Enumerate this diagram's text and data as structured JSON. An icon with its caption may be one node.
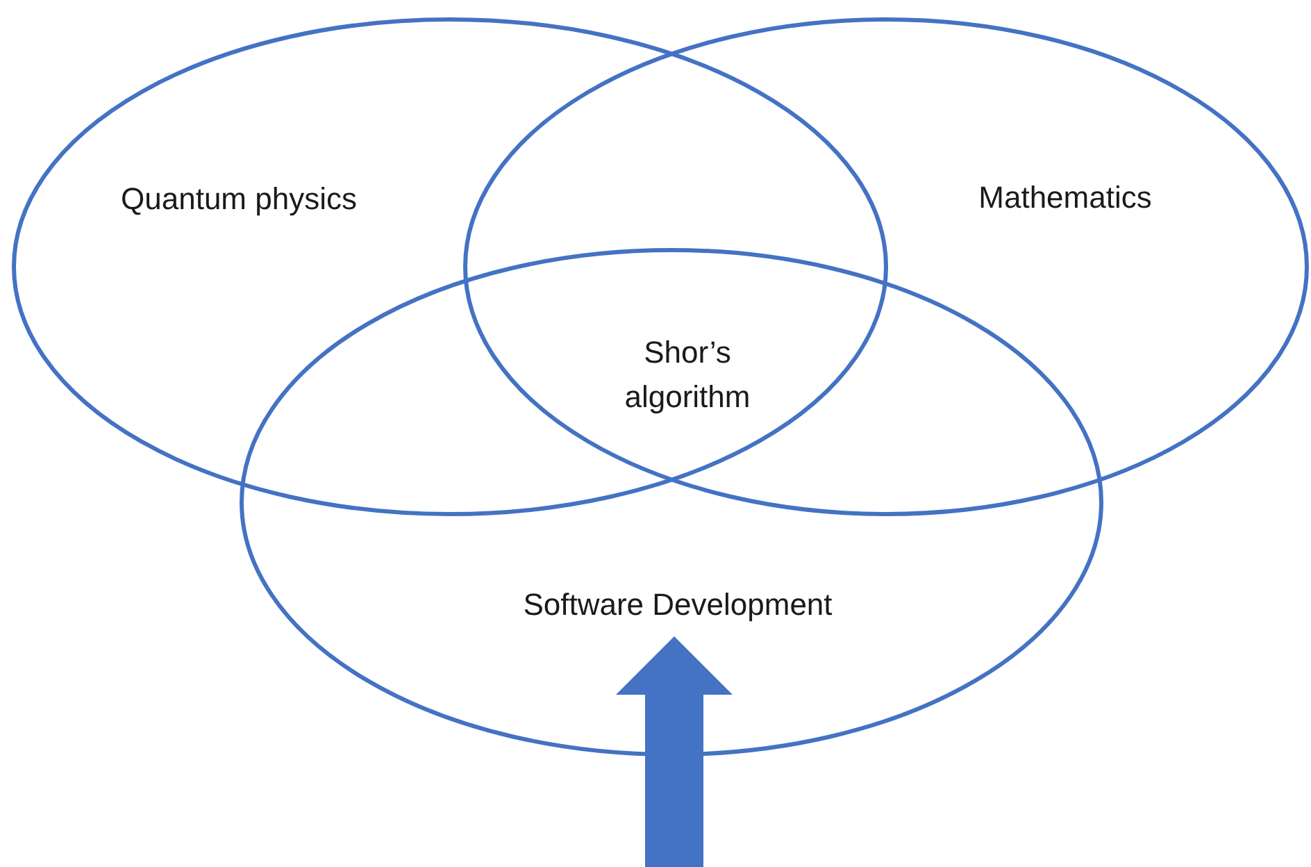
{
  "diagram": {
    "nodes": [
      {
        "text": [
          "Quantum physics"
        ]
      },
      {
        "text": [
          "Mathematics"
        ]
      },
      {
        "text": [
          "Software Development"
        ]
      }
    ],
    "edges": [
      {
        "from": null,
        "to": 2,
        "arrow": "to"
      }
    ],
    "labels": [
      "Shor’s algorithm"
    ]
  }
}
